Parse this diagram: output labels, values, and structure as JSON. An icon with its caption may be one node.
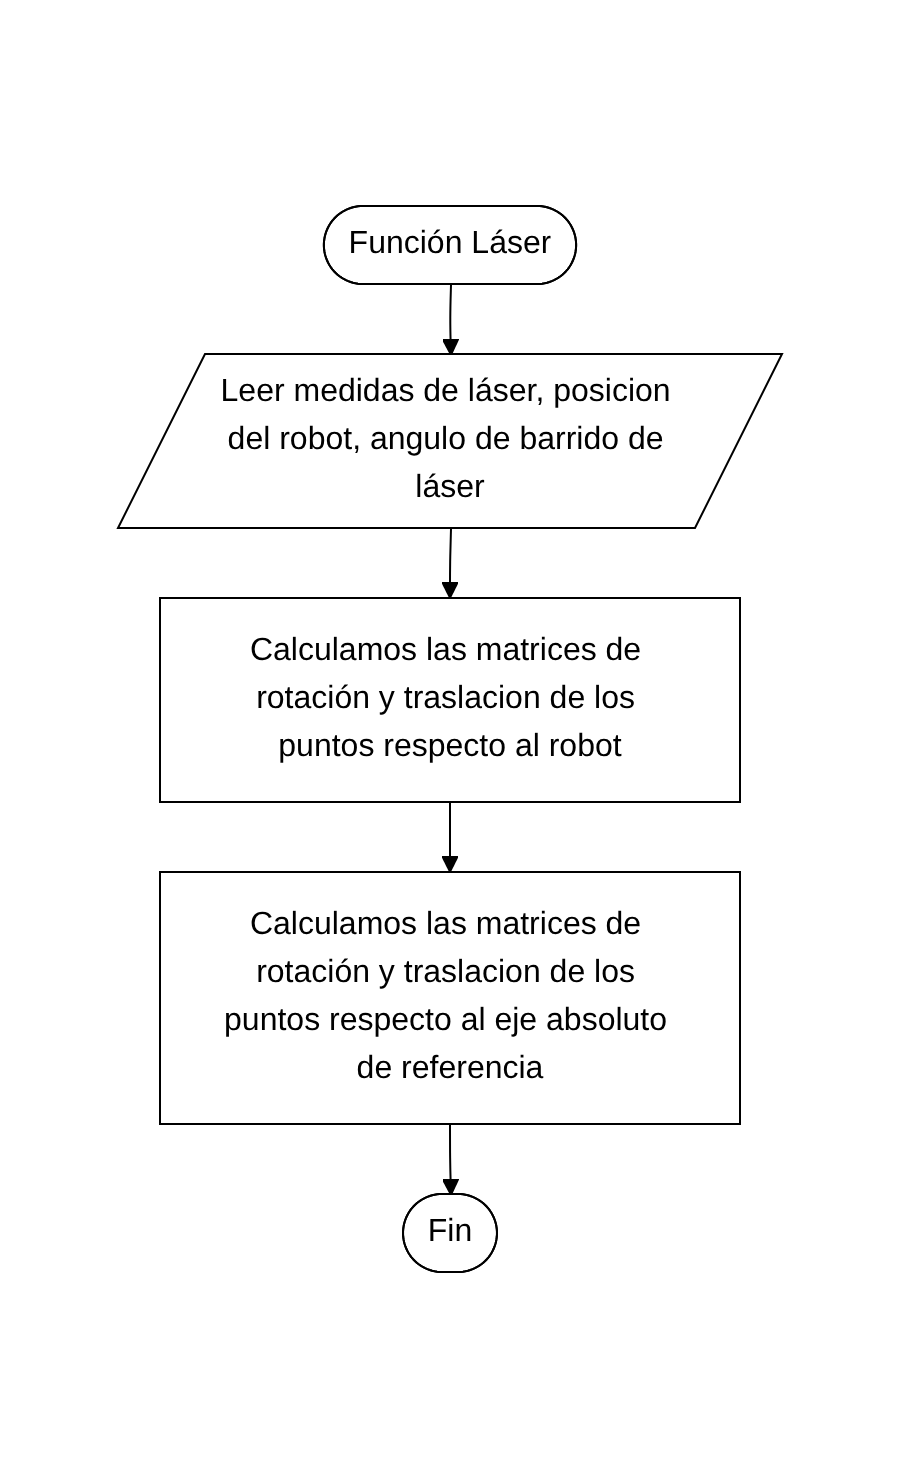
{
  "diagram": {
    "nodes": [
      {
        "text": [
          "Función Láser"
        ]
      },
      {
        "text": [
          "Leer medidas de láser, posicion del robot, angulo de barrido de láser"
        ]
      },
      {
        "text": [
          "Calculamos las matrices de rotación y traslacion de los puntos respecto al robot"
        ]
      },
      {
        "text": [
          "Calculamos las matrices de rotación y traslacion de los puntos respecto al eje absoluto de referencia"
        ]
      },
      {
        "text": [
          "Fin"
        ]
      }
    ],
    "edges": [
      {
        "from": 0,
        "to": 1,
        "arrow": "to"
      },
      {
        "from": 1,
        "to": 2,
        "arrow": "to"
      },
      {
        "from": 2,
        "to": 3,
        "arrow": "to"
      },
      {
        "from": 3,
        "to": 4,
        "arrow": "to"
      }
    ]
  }
}
